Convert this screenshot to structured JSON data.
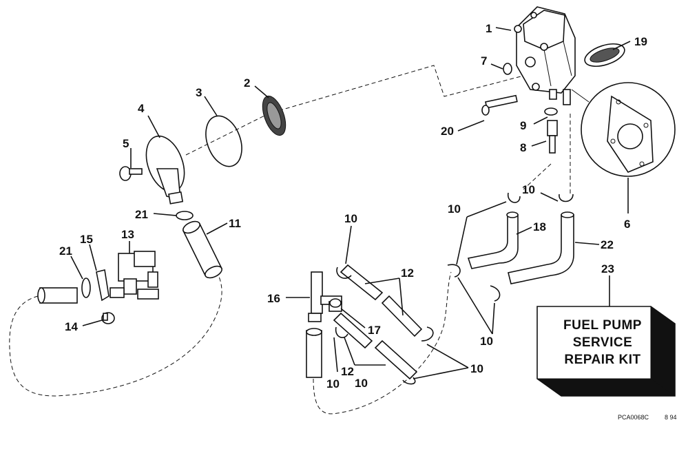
{
  "callouts": {
    "c1": "1",
    "c2": "2",
    "c3": "3",
    "c4": "4",
    "c5": "5",
    "c6": "6",
    "c7": "7",
    "c8": "8",
    "c9": "9",
    "c10a": "10",
    "c10b": "10",
    "c10c": "10",
    "c10d": "10",
    "c10e": "10",
    "c10f": "10",
    "c10g": "10",
    "c11": "11",
    "c12a": "12",
    "c12b": "12",
    "c13": "13",
    "c14": "14",
    "c15": "15",
    "c16": "16",
    "c17": "17",
    "c18": "18",
    "c19": "19",
    "c20": "20",
    "c21a": "21",
    "c21b": "21",
    "c22": "22",
    "c23": "23"
  },
  "kit_box": {
    "line1": "FUEL PUMP",
    "line2": "SERVICE",
    "line3": "REPAIR KIT"
  },
  "footer": {
    "code": "PCA0068C",
    "date": "8 94"
  }
}
